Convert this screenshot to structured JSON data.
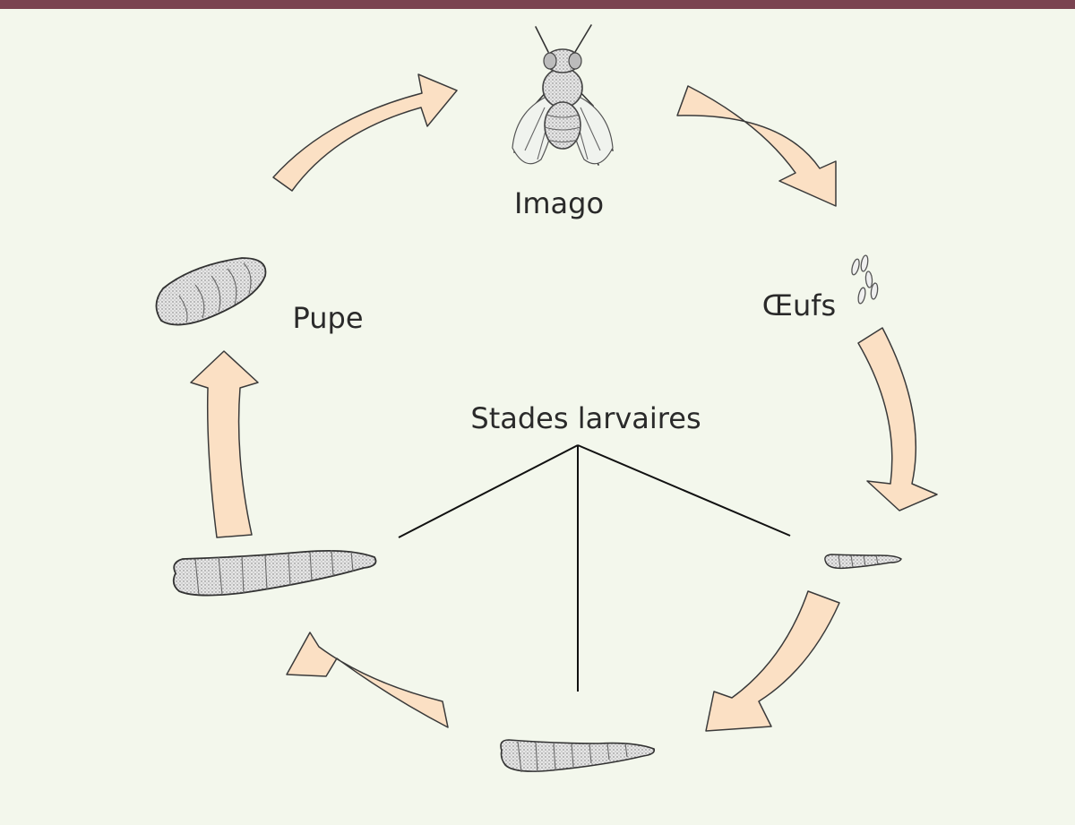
{
  "colors": {
    "background": "#f3f7ec",
    "top_bar": "#7a4350",
    "arrow_fill": "#fbe0c4",
    "arrow_stroke": "#3a3a3a",
    "text": "#2a2a2a"
  },
  "labels": {
    "imago": "Imago",
    "oeufs": "Œufs",
    "pupe": "Pupe",
    "stades": "Stades larvaires"
  },
  "stages": [
    {
      "id": "imago",
      "icon": "fly-icon"
    },
    {
      "id": "oeufs",
      "icon": "eggs-icon"
    },
    {
      "id": "larva-small",
      "icon": "larva-small-icon"
    },
    {
      "id": "larva-medium",
      "icon": "larva-medium-icon"
    },
    {
      "id": "larva-large",
      "icon": "larva-large-icon"
    },
    {
      "id": "pupe",
      "icon": "pupa-icon"
    }
  ]
}
